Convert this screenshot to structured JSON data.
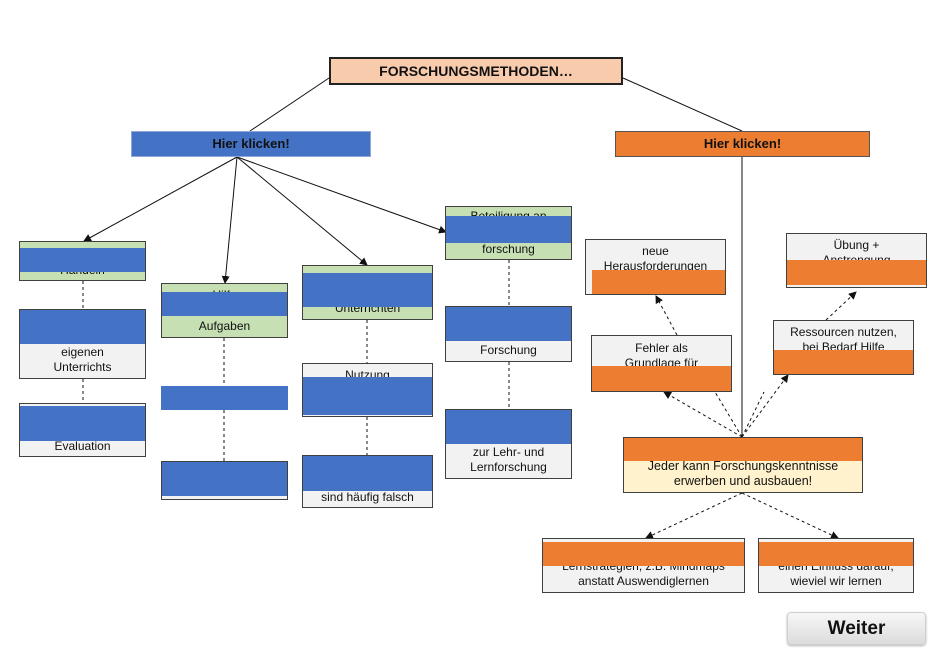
{
  "root": {
    "title": "FORSCHUNGSMETHODEN…"
  },
  "left_header": {
    "label": "Hier klicken!"
  },
  "right_header": {
    "label": "Hier klicken!"
  },
  "left_boxes": {
    "c1_top": "Handeln",
    "c1_mid": "eigenen\nUnterrichts",
    "c1_bot": "Evaluation",
    "c2_top_a": "Hilfe",
    "c2_top_b": "Aufgaben",
    "c3_top": "Unterrichten",
    "c3_mid": "Nutzung",
    "c3_bot": "sind häufig falsch",
    "c4_top_a": "Beteiligung an",
    "c4_top_b": "forschung",
    "c4_mid": "Forschung",
    "c4_bot": "zur Lehr- und\nLernforschung"
  },
  "right_boxes": {
    "challenges": "neue\nHerausforderungen",
    "mistakes": "Fehler als\nGrundlage für",
    "practice": "Übung +\nAnstrengung",
    "resources": "Ressourcen nutzen,\nbei Bedarf Hilfe",
    "center": "Jeder kann Forschungskenntnisse\nerwerben und ausbauen!",
    "strategies": "Lernstrategien, z.B. Mindmaps\nanstatt Auswendiglernen",
    "influence": "einen Einfluss darauf,\nwieviel wir lernen"
  },
  "colors": {
    "blue": "#4472c4",
    "orange": "#ed7d31",
    "green": "#c6e0b4",
    "peach": "#f8cbad",
    "cream": "#fff2cc"
  },
  "navigation": {
    "next_label": "Weiter"
  }
}
